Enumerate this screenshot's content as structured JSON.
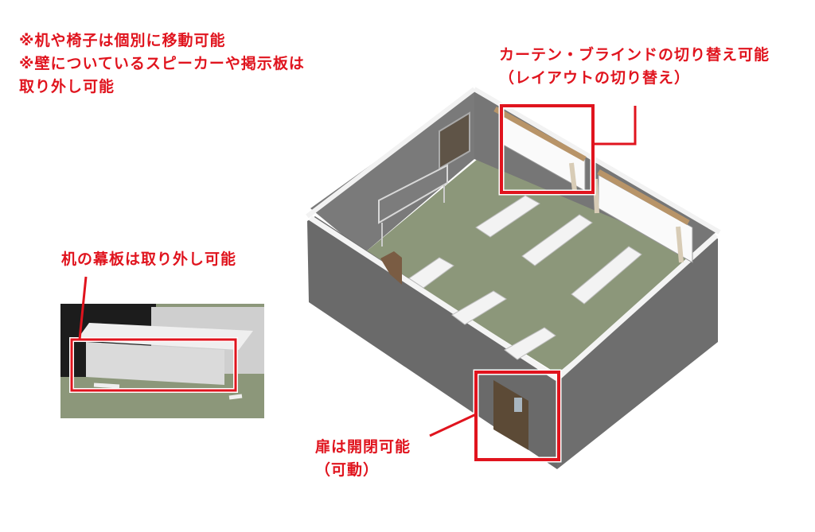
{
  "notes": {
    "top_left": {
      "line1": "※机や椅子は個別に移動可能",
      "line2": "※壁についているスピーカーや掲示板は",
      "line3": "取り外し可能"
    },
    "top_right": {
      "line1": "カーテン・ブラインドの切り替え可能",
      "line2": "（レイアウトの切り替え）"
    },
    "inset": {
      "label": "机の幕板は取り外し可能"
    },
    "door": {
      "line1": "扉は開閉可能",
      "line2": "（可動）"
    }
  },
  "colors": {
    "annotation_red": "#e0141e",
    "wall_gray": "#6e6e6e",
    "wall_top_white": "#f4f4f4",
    "floor_green": "#8c977a",
    "curtain_rail": "#b89468",
    "door_brown": "#5c4a36"
  }
}
